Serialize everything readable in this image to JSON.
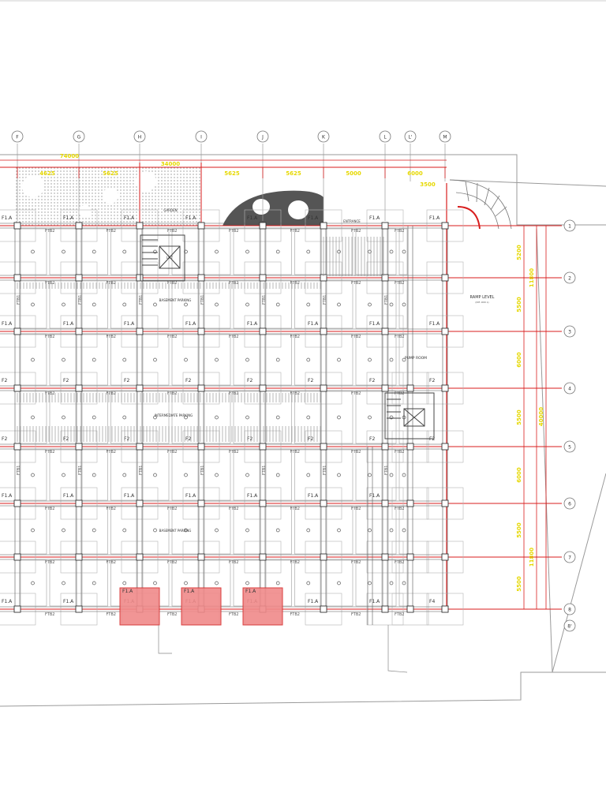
{
  "colors": {
    "grid_line": "#d81e1e",
    "dim_text": "#e6d800",
    "structure": "#555555",
    "light": "#9a9a9a",
    "highlight_fill": "#f08a8a",
    "highlight_stroke": "#d62a2a",
    "hatch": "#777777",
    "background": "#ffffff"
  },
  "columns": [
    {
      "id": "c1",
      "label": "F"
    },
    {
      "id": "c2",
      "label": "G"
    },
    {
      "id": "c3",
      "label": "H"
    },
    {
      "id": "c4",
      "label": "I"
    },
    {
      "id": "c5",
      "label": "J"
    },
    {
      "id": "c6",
      "label": "K"
    },
    {
      "id": "c7",
      "label": "L"
    },
    {
      "id": "c8",
      "label": "L'"
    },
    {
      "id": "c9",
      "label": "M"
    }
  ],
  "rows": [
    {
      "id": "r1",
      "label": "1"
    },
    {
      "id": "r2",
      "label": "2"
    },
    {
      "id": "r3",
      "label": "3"
    },
    {
      "id": "r4",
      "label": "4"
    },
    {
      "id": "r5",
      "label": "5"
    },
    {
      "id": "r6",
      "label": "6"
    },
    {
      "id": "r7",
      "label": "7"
    },
    {
      "id": "r8",
      "label": "8"
    },
    {
      "id": "r9",
      "label": "8'"
    }
  ],
  "top_dimensions": {
    "overall": "74000",
    "sub_overall": "34000",
    "bays": [
      "4625",
      "5625",
      "5625",
      "5625",
      "5000",
      "6000",
      "3500"
    ]
  },
  "right_dimensions": {
    "overall": "40000",
    "sub_top": "11800",
    "sub_bottom": "11800",
    "bays": [
      "5200",
      "5500",
      "6000",
      "5500",
      "6000",
      "5500",
      "5500"
    ]
  },
  "room_labels": {
    "garden": "GARDEN",
    "entrance": "ENTRANCE",
    "ramp_level": "RAMP LEVEL",
    "ramp_sub": "(0M -600 L)",
    "pump_room": "PUMP ROOM",
    "basement_parking_top": "BASEMENT PARKING",
    "intermediate_parking": "INTERMEDIATE PARKING",
    "basement_parking_bottom": "BASEMENT PARKING",
    "lift": "LIFT"
  },
  "footing_labels": {
    "f1a": "F1.A",
    "ftb2": "FTB2",
    "f2": "F2",
    "ftb1": "FTB1",
    "f4": "F4"
  }
}
